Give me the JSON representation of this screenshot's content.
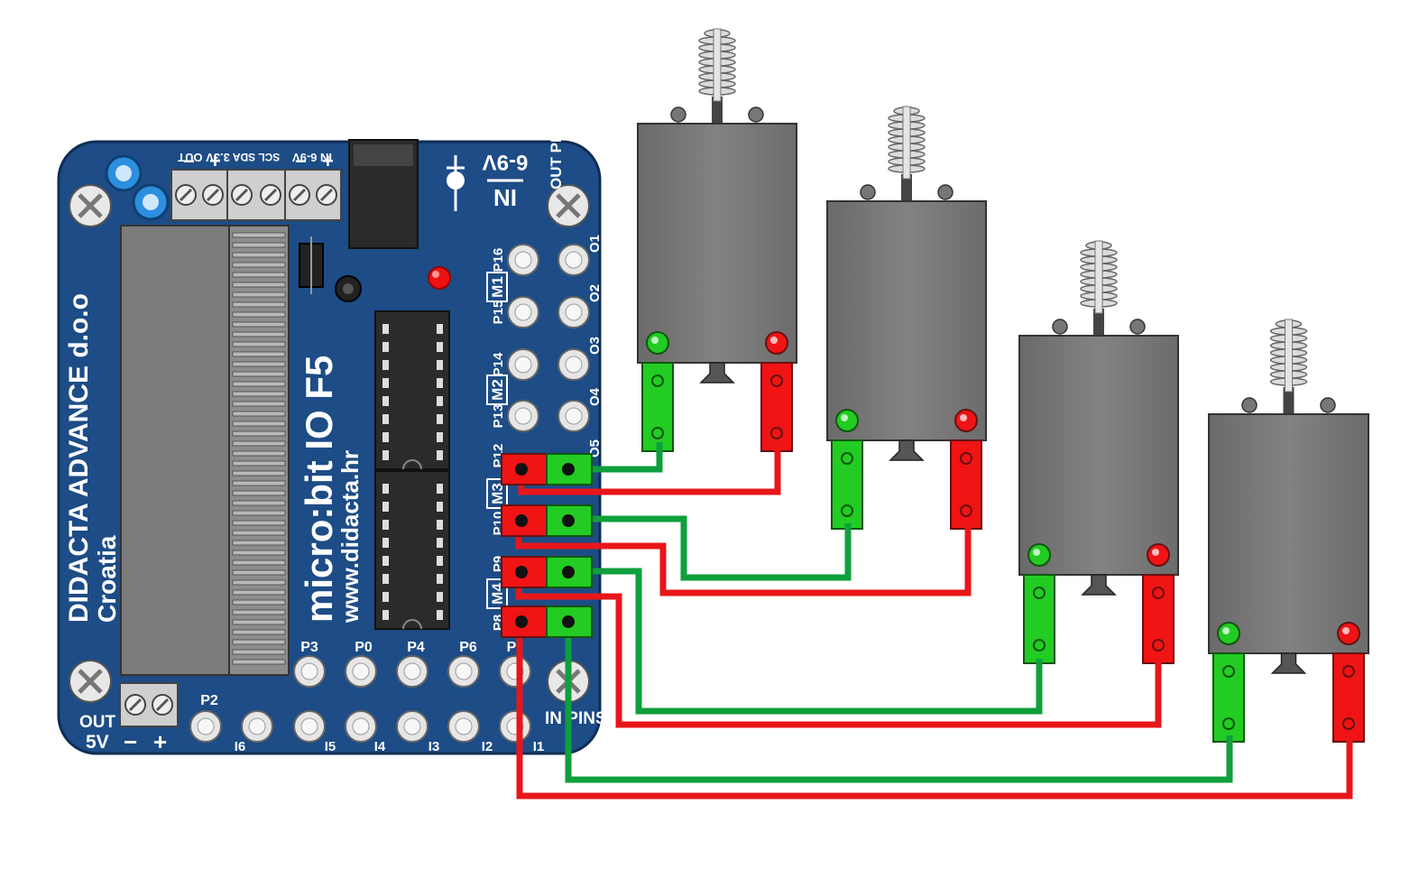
{
  "board": {
    "company": "DIDACTA ADVANCE d.o.o",
    "country": "Croatia",
    "model": "micro:bit IO F5",
    "website": "www.didacta.hr",
    "top_terminal_labels": [
      "3.3V OUT",
      "SCL SDA",
      "IN 6-9V"
    ],
    "plus_sign": "+",
    "minus_sign": "−",
    "power_in_label": "IN",
    "power_voltage_label": "6-9V",
    "out_pins_label": "OUT PINS",
    "in_pins_label": "IN PINS",
    "out_5v_label": "OUT",
    "out_5v_value": "5V",
    "side_pins": [
      "P16",
      "M1",
      "P15",
      "P14",
      "M2",
      "P13",
      "P12",
      "M3",
      "P10",
      "P9",
      "M4",
      "P8"
    ],
    "out_pins": [
      "O1",
      "O2",
      "O3",
      "O4",
      "O5"
    ],
    "bottom_top_pins": [
      "P3",
      "P0",
      "P4",
      "P6",
      "P"
    ],
    "bottom_row_pins": [
      "P2",
      "I6",
      "I5",
      "I4",
      "I3",
      "I2",
      "I1"
    ]
  },
  "motors": [
    {
      "id": "motor-1"
    },
    {
      "id": "motor-2"
    },
    {
      "id": "motor-3"
    },
    {
      "id": "motor-4"
    }
  ],
  "colors": {
    "board": "#1d4c86",
    "wire_red": "#e8161a",
    "wire_green": "#0ea03c",
    "motor_body": "#7c7c7c",
    "connector_red": "#f01414",
    "connector_green": "#22cc22"
  }
}
